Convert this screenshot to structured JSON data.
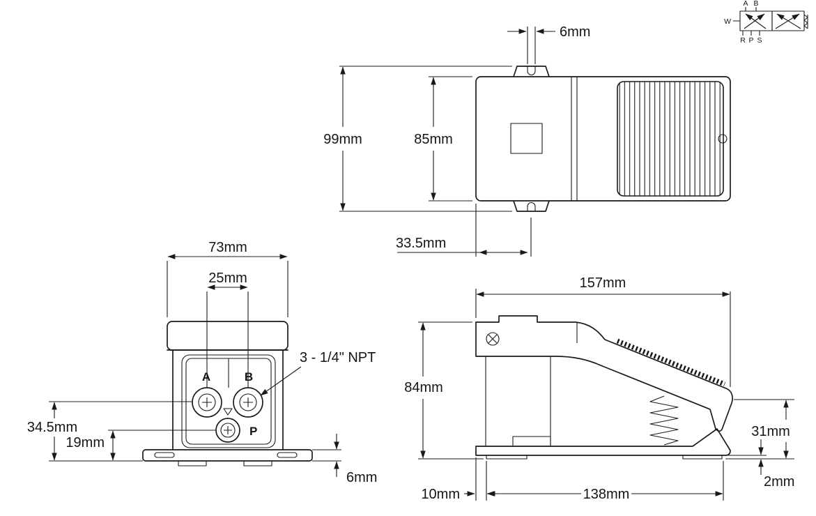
{
  "drawing": {
    "valve_symbol": {
      "port_a": "A",
      "port_b": "B",
      "port_w": "W",
      "port_r": "R",
      "port_p": "P",
      "port_s": "S"
    },
    "top_view": {
      "slot_width": "6mm",
      "overall_length": "99mm",
      "body_length": "85mm",
      "tab_offset": "33.5mm"
    },
    "front_view": {
      "body_width": "73mm",
      "port_spacing": "25mm",
      "npt_note": "3 - 1/4\" NPT",
      "port_a_label": "A",
      "port_b_label": "B",
      "port_p_label": "P",
      "port_depth": "34.5mm",
      "p_port_height": "19mm",
      "flange_thickness": "6mm"
    },
    "side_view": {
      "overall_length": "157mm",
      "overall_height": "84mm",
      "pedal_end_height": "31mm",
      "foot_offset": "10mm",
      "foot_spacing": "138mm",
      "pad_thickness": "2mm"
    }
  }
}
